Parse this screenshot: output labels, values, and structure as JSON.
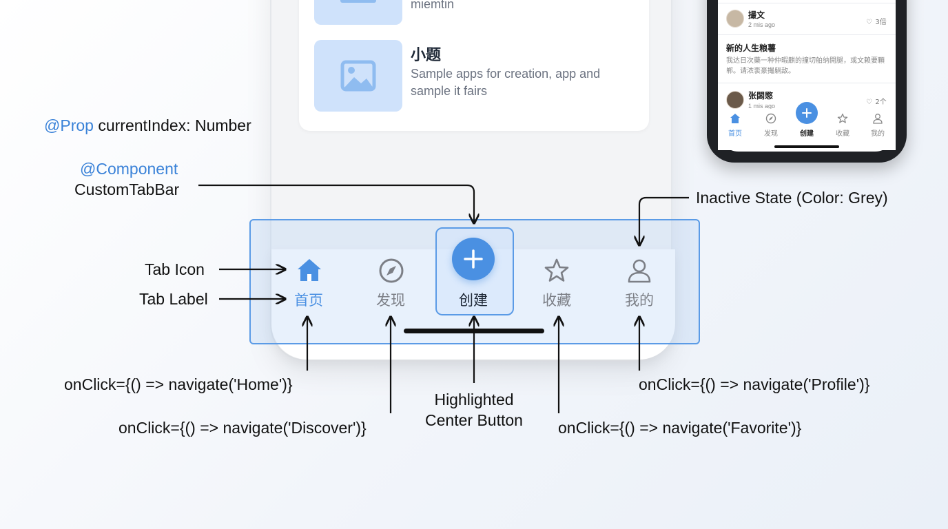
{
  "annotations": {
    "prop_decorator": "@Prop",
    "prop_text": "currentIndex: Number",
    "component_decorator": "@Component",
    "component_name": "CustomTabBar",
    "inactive_state": "Inactive State (Color: Grey)",
    "tab_icon": "Tab Icon",
    "tab_label": "Tab Label",
    "onclick_home": "onClick={() => navigate('Home')}",
    "onclick_discover": "onClick={() => navigate('Discover')}",
    "highlighted_line1": "Highlighted",
    "highlighted_line2": "Center Button",
    "onclick_profile": "onClick={() => navigate('Profile')}",
    "onclick_favorite": "onClick={() => navigate('Favorite')}"
  },
  "card": {
    "top_text": "miemtin",
    "title": "小题",
    "description": "Sample apps for creation, app and sample it fairs"
  },
  "tabs": [
    {
      "label": "首页",
      "icon": "home-icon"
    },
    {
      "label": "发现",
      "icon": "compass-icon"
    },
    {
      "label": "创建",
      "icon": "plus-icon"
    },
    {
      "label": "收藏",
      "icon": "star-icon"
    },
    {
      "label": "我的",
      "icon": "user-icon"
    }
  ],
  "small_phone": {
    "post1": {
      "name": "撮文",
      "time": "2 mis ago",
      "likes": "3倍"
    },
    "post_title": "新的人生粮薯",
    "post_body": "我达日次藥一种仲暇麒的撞切舶纳開腿，或文赖要顆郸。请浓衷豪撮躺敌。",
    "post2": {
      "name": "张閟愍",
      "time": "1 mis ago",
      "likes": "2个"
    },
    "tabs": [
      "首页",
      "发现",
      "创建",
      "收藏",
      "我的"
    ]
  },
  "colors": {
    "active": "#4a90e2",
    "inactive": "#888888",
    "annotation_blue": "#3a82d8",
    "highlight_border": "#5b9be6"
  }
}
